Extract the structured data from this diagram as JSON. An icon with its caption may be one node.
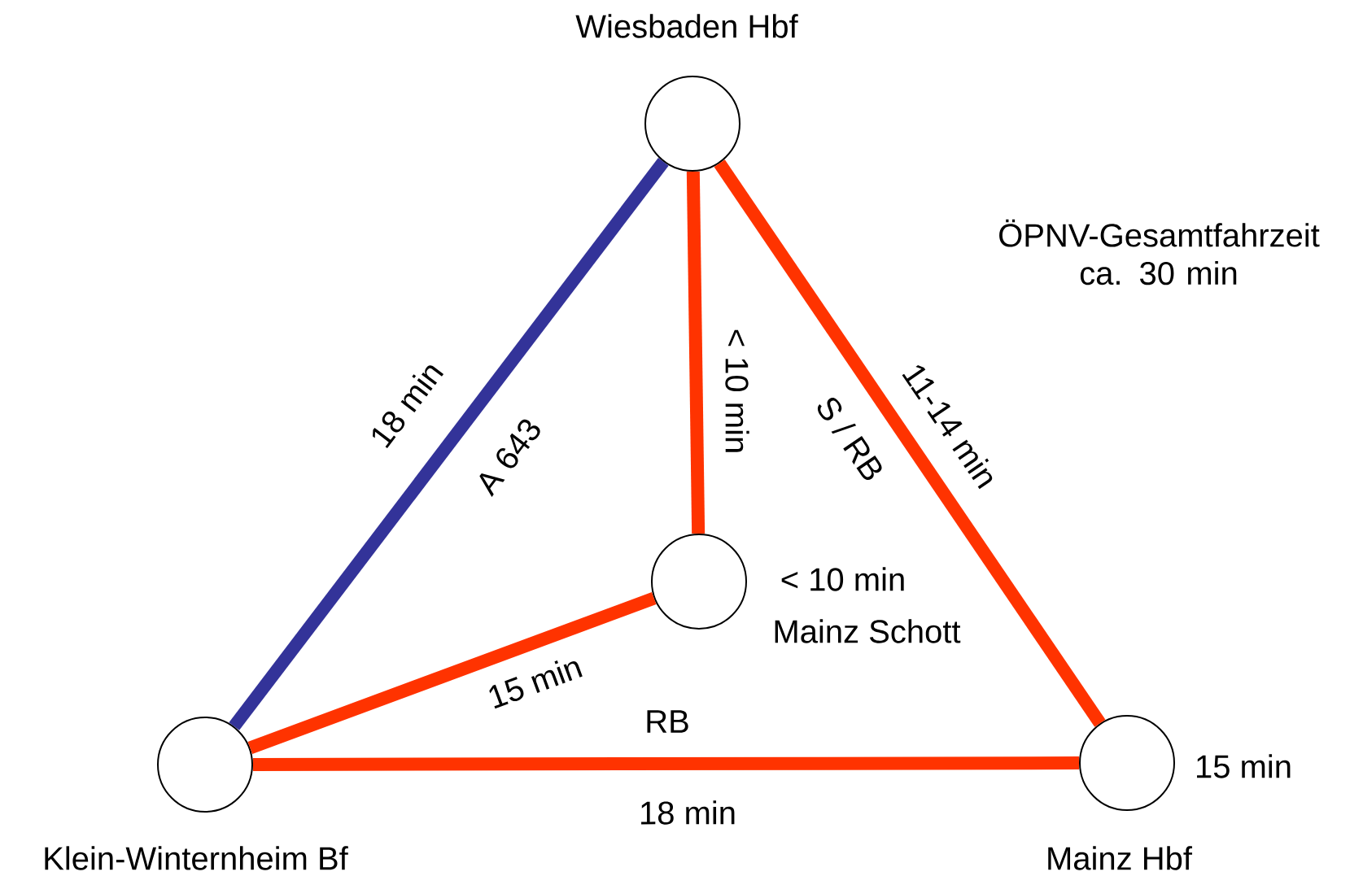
{
  "diagram": {
    "nodes": [
      {
        "text": [
          "Wiesbaden Hbf"
        ]
      },
      {
        "text": [
          "Mainz Schott"
        ],
        "beside": [
          "< 10 min"
        ]
      },
      {
        "text": [
          "Klein-Winternheim Bf"
        ]
      },
      {
        "text": [
          "Mainz Hbf"
        ],
        "beside": [
          "15 min"
        ]
      }
    ],
    "edges": [
      {
        "from": 0,
        "to": 2,
        "arrow": "none",
        "label": "18 min",
        "color": "#333399"
      },
      {
        "from": 0,
        "to": 1,
        "arrow": "none",
        "label": "< 10 min"
      },
      {
        "from": 0,
        "to": 3,
        "arrow": "none",
        "label": "11-14 min"
      },
      {
        "from": 2,
        "to": 1,
        "arrow": "none",
        "label": "15 min"
      },
      {
        "from": 2,
        "to": 3,
        "arrow": "none",
        "label": "18 min"
      }
    ],
    "labels": [
      "ÖPNV-Gesamtfahrzeit ca. 30 min",
      "A 643",
      "S / RB",
      "RB"
    ]
  }
}
